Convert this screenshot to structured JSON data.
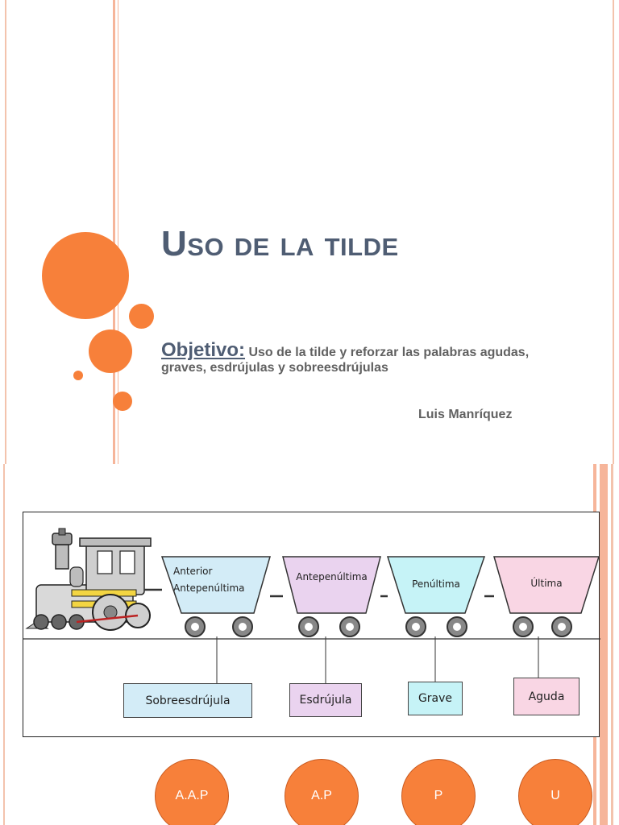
{
  "slide1": {
    "title": "Uso de la tilde",
    "objective_label": "Objetivo:",
    "objective_text": " Uso de la tilde y reforzar las palabras agudas, graves, esdrújulas y sobreesdrújulas",
    "author": "Luis Manríquez"
  },
  "slide2": {
    "cars": [
      {
        "line1": "Anterior",
        "line2": "Antepenúltima",
        "color": "#d3ecf7"
      },
      {
        "line1": "Antepenúltima",
        "line2": "",
        "color": "#ead3ef"
      },
      {
        "line1": "Penúltima",
        "line2": "",
        "color": "#c6f3f7"
      },
      {
        "line1": "Última",
        "line2": "",
        "color": "#f9d6e4"
      }
    ],
    "types": [
      {
        "label": "Sobreesdrújula",
        "color": "#d3ecf7"
      },
      {
        "label": "Esdrújula",
        "color": "#ead3ef"
      },
      {
        "label": "Grave",
        "color": "#c6f3f7"
      },
      {
        "label": "Aguda",
        "color": "#f9d6e4"
      }
    ],
    "abbreviations": [
      "A.A.P",
      "A.P",
      "P",
      "U"
    ]
  },
  "colors": {
    "accent": "#f7803a",
    "title": "#4f5d73",
    "stripe": "#f6b59a"
  }
}
